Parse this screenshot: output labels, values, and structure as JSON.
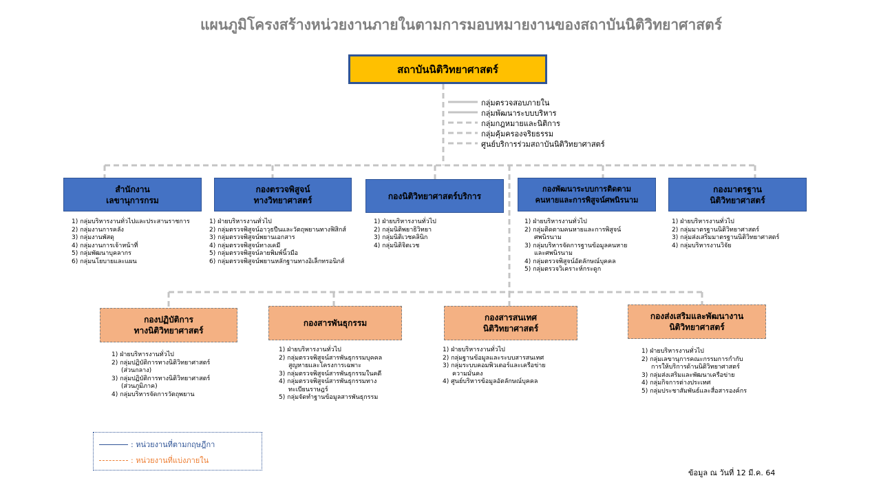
{
  "title": "แผนภูมิโครงสร้างหน่วยงานภายในตามการมอบหมายงานของสถาบันนิติวิทยาศาสตร์",
  "root": "สถาบันนิติวิทยาศาสตร์",
  "aux_units": [
    "กลุ่มตรวจสอบภายใน",
    "กลุ่มพัฒนาระบบบริหาร",
    "กลุ่มกฎหมายและนิติการ",
    "กลุ่มคุ้มครองจริยธรรม",
    "ศูนย์บริการร่วมสถาบันนิติวิทยาศาสตร์"
  ],
  "top_divisions": [
    {
      "name_l1": "สำนักงาน",
      "name_l2": "เลขานุการกรม",
      "items": [
        "1) กลุ่มบริหารงานทั่วไปและประสานราชการ",
        "2) กลุ่มงานการคลัง",
        "3) กลุ่มงานพัสดุ",
        "4) กลุ่มงานการเจ้าหน้าที่",
        "5) กลุ่มพัฒนาบุคลากร",
        "6) กลุ่มนโยบายและแผน"
      ]
    },
    {
      "name_l1": "กองตรวจพิสูจน์",
      "name_l2": "ทางวิทยาศาสตร์",
      "items": [
        "1) ฝ่ายบริหารงานทั่วไป",
        "2) กลุ่มตรวจพิสูจน์อาวุธปืนและวัตถุพยานทางฟิสิกส์",
        "3) กลุ่มตรวจพิสูจน์พยานเอกสาร",
        "4) กลุ่มตรวจพิสูจน์ทางเคมี",
        "5) กลุ่มตรวจพิสูจน์ลายพิมพ์นิ้วมือ",
        "6) กลุ่มตรวจพิสูจน์พยานหลักฐานทางอิเล็กทรอนิกส์"
      ]
    },
    {
      "name_l1": "กองนิติวิทยาศาสตร์บริการ",
      "name_l2": "",
      "items": [
        "1) ฝ่ายบริหารงานทั่วไป",
        "2) กลุ่มนิติพยาธิวิทยา",
        "3) กลุ่มนิติเวชคลินิก",
        "4) กลุ่มนิติจิตเวช"
      ]
    },
    {
      "name_l1": "กองพัฒนาระบบการติดตาม",
      "name_l2": "คนหายและการพิสูจน์ศพนิรนาม",
      "items": [
        "1) ฝ่ายบริหารงานทั่วไป",
        "2) กลุ่มติดตามคนหายและการพิสูจน์",
        "ศพนิรนาม",
        "3) กลุ่มบริหารจัดการฐานข้อมูลคนหาย",
        "และศพนิรนาม",
        "4) กลุ่มตรวจพิสูจน์อัตลักษณ์บุคคล",
        "5) กลุ่มตรวจวิเคราะห์กระดูก"
      ]
    },
    {
      "name_l1": "กองมาตรฐาน",
      "name_l2": "นิติวิทยาศาสตร์",
      "items": [
        "1) ฝ่ายบริหารงานทั่วไป",
        "2) กลุ่มมาตรฐานนิติวิทยาศาสตร์",
        "3) กลุ่มส่งเสริมมาตรฐานนิติวิทยาศาสตร์",
        "4) กลุ่มบริหารงานวิจัย"
      ]
    }
  ],
  "bottom_divisions": [
    {
      "name_l1": "กองปฏิบัติการ",
      "name_l2": "ทางนิติวิทยาศาสตร์",
      "items": [
        "1) ฝ่ายบริหารงานทั่วไป",
        "2) กลุ่มปฏิบัติการทางนิติวิทยาศาสตร์",
        "(ส่วนกลาง)",
        "3) กลุ่มปฏิบัติการทางนิติวิทยาศาสตร์",
        "(ส่วนภูมิภาค)",
        "4) กลุ่มบริหารจัดการวัตถุพยาน"
      ]
    },
    {
      "name_l1": "กองสารพันธุกรรม",
      "name_l2": "",
      "items": [
        "1) ฝ่ายบริหารงานทั่วไป",
        "2) กลุ่มตรวจพิสูจน์สารพันธุกรรมบุคคล",
        "สูญหายและโครงการเฉพาะ",
        "3) กลุ่มตรวจพิสูจน์สารพันธุกรรมในคดี",
        "4) กลุ่มตรวจพิสูจน์สารพันธุกรรมทาง",
        "ทะเบียนราษฎร์",
        "5) กลุ่มจัดทำฐานข้อมูลสารพันธุกรรม"
      ]
    },
    {
      "name_l1": "กองสารสนเทศ",
      "name_l2": "นิติวิทยาศาสตร์",
      "items": [
        "1) ฝ่ายบริหารงานทั่วไป",
        "2) กลุ่มฐานข้อมูลและระบบสารสนเทศ",
        "3) กลุ่มระบบคอมพิวเตอร์และเครือข่าย",
        "ความมั่นคง",
        "4) ศูนย์บริหารข้อมูลอัตลักษณ์บุคคล"
      ]
    },
    {
      "name_l1": "กองส่งเสริมและพัฒนางาน",
      "name_l2": "นิติวิทยาศาสตร์",
      "items": [
        "1) ฝ่ายบริหารงานทั่วไป",
        "2) กลุ่มเลขานุการคณะกรรมการกำกับ",
        "การให้บริการด้านนิติวิทยาศาสตร์",
        "3) กลุ่มส่งเสริมและพัฒนาเครือข่าย",
        "4) กลุ่มกิจการต่างประเทศ",
        "5) กลุ่มประชาสัมพันธ์และสื่อสารองค์กร"
      ]
    }
  ],
  "legend": {
    "line_solid_label": ": หน่วยงานที่ตามกฤษฎีกา",
    "line_dashed_label": ": หน่วยงานที่แบ่งภายใน",
    "solid_color": "#2f5496",
    "dashed_color": "#ed7d31"
  },
  "footer_date": "ข้อมูล ณ วันที่ 12 มี.ค. 64",
  "colors": {
    "root_fill": "#ffc000",
    "statutory_fill": "#4472c4",
    "internal_fill": "#f4b183",
    "connector": "#bfbfbf"
  }
}
